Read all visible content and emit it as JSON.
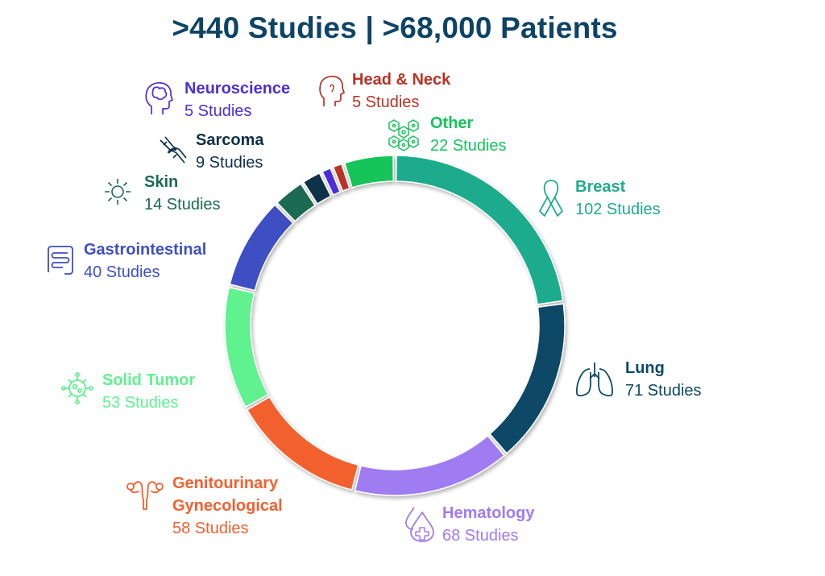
{
  "title": ">440 Studies | >68,000 Patients",
  "chart_data": {
    "type": "pie",
    "variant": "donut",
    "title": ">440 Studies | >68,000 Patients",
    "series": [
      {
        "name": "Breast",
        "label": "102 Studies",
        "value": 102,
        "color": "#1fab8d",
        "icon": "awareness-ribbon-icon"
      },
      {
        "name": "Lung",
        "label": "71 Studies",
        "value": 71,
        "color": "#0a4a66",
        "icon": "lungs-icon"
      },
      {
        "name": "Hematology",
        "label": "68 Studies",
        "value": 68,
        "color": "#a07bf2",
        "icon": "blood-drop-icon"
      },
      {
        "name": "Genitourinary Gynecological",
        "name_lines": [
          "Genitourinary",
          "Gynecological"
        ],
        "label": "58 Studies",
        "value": 58,
        "color": "#f2612f",
        "icon": "uterus-icon"
      },
      {
        "name": "Solid Tumor",
        "label": "53 Studies",
        "value": 53,
        "color": "#5ff28f",
        "icon": "tumor-cell-icon"
      },
      {
        "name": "Gastrointestinal",
        "label": "40 Studies",
        "value": 40,
        "color": "#3d4fc2",
        "icon": "intestine-icon"
      },
      {
        "name": "Skin",
        "label": "14 Studies",
        "value": 14,
        "color": "#1a6b52",
        "icon": "sun-icon"
      },
      {
        "name": "Sarcoma",
        "label": "9 Studies",
        "value": 9,
        "color": "#0e3048",
        "icon": "bone-joint-icon"
      },
      {
        "name": "Neuroscience",
        "label": "5 Studies",
        "value": 5,
        "color": "#4a2fd9",
        "icon": "brain-head-icon"
      },
      {
        "name": "Head & Neck",
        "label": "5 Studies",
        "value": 5,
        "color": "#b83225",
        "icon": "head-profile-icon"
      },
      {
        "name": "Other",
        "label": "22 Studies",
        "value": 22,
        "color": "#14c45a",
        "icon": "cells-hexagon-icon"
      }
    ],
    "legend": "labels around ring"
  }
}
